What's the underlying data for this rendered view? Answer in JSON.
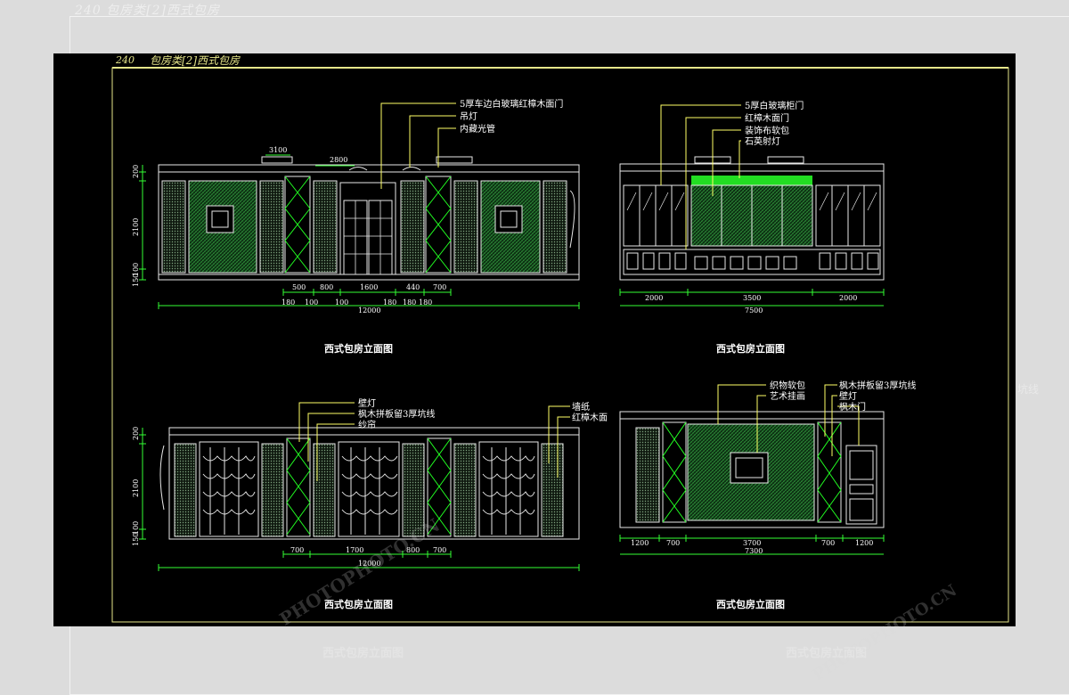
{
  "background_header": "240  包房类[2]西式包房",
  "sheet": {
    "header_number": "240",
    "header_title": "包房类[2]西式包房"
  },
  "views": {
    "top_left": {
      "caption": "西式包房立面图",
      "callouts": [
        "5厚车边白玻璃红樟木面门",
        "吊灯",
        "内藏光管"
      ],
      "dims_top": [
        "3100",
        "2800"
      ],
      "dims_side": [
        "200",
        "2100",
        "100",
        "150"
      ],
      "dims_bottom_row1": [
        "500",
        "800",
        "1600",
        "440",
        "700"
      ],
      "dims_bottom_row2": [
        "180",
        "100",
        "100",
        "180",
        "180",
        "180"
      ],
      "dim_total": "12000"
    },
    "top_right": {
      "caption": "西式包房立面图",
      "callouts": [
        "5厚白玻璃柜门",
        "红樟木面门",
        "装饰布软包",
        "石英射灯"
      ],
      "dims_bottom": [
        "2000",
        "3500",
        "2000"
      ],
      "dim_total": "7500"
    },
    "bottom_left": {
      "caption": "西式包房立面图",
      "callouts_left": [
        "壁灯",
        "枫木拼板留3厚坑线",
        "纱帘"
      ],
      "callouts_right": [
        "墙纸",
        "红樟木面"
      ],
      "dims_side": [
        "200",
        "2100",
        "100",
        "150"
      ],
      "dims_bottom_row1": [
        "700",
        "1700",
        "800",
        "700"
      ],
      "dim_total": "12000"
    },
    "bottom_right": {
      "caption": "西式包房立面图",
      "callouts_left": [
        "织物软包",
        "艺术挂画"
      ],
      "callouts_right": [
        "枫木拼板留3厚坑线",
        "壁灯",
        "枫木门"
      ],
      "dims_bottom": [
        "1200",
        "700",
        "3700",
        "700",
        "1200"
      ],
      "dim_total": "7300"
    }
  },
  "background_captions": [
    "西式包房立面图",
    "西式包房立面图"
  ],
  "background_side_text": "坑线",
  "watermarks": [
    "PHOTOPHOTO.CN",
    "PHOTOPHOTO.CN"
  ],
  "colors": {
    "outline": "#e8e8e8",
    "panel_green": "#2f8f3a",
    "bright_green": "#22ff22",
    "dimension_green": "#33ff33",
    "leader_yellow": "#ffff66",
    "frame_yellow": "#e6e68a",
    "text_white": "#ffffff"
  }
}
